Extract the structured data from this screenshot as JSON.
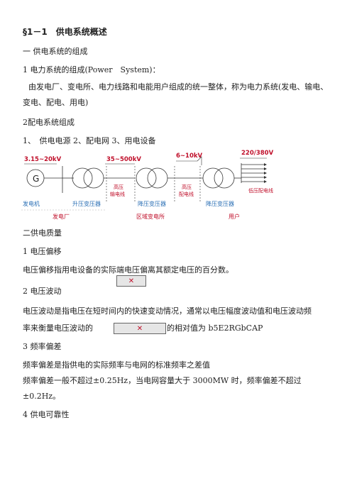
{
  "heading": "§1－1　供电系统概述",
  "section1": "一 供电系统的组成",
  "item1": "1 电力系统的组成(Power　System)：",
  "para1": "由发电厂、变电所、电力线路和电能用户组成的统一整体，称为电力系统(发电、输电、变电、配电、用电)",
  "item2": "2配电系统组成",
  "item2_list": "1、　供电电源 2、配电网 3、用电设备",
  "diagram": {
    "v_gen": "3.15~20kV",
    "v_trans": "35~500kV",
    "v_dist": "6~10kV",
    "v_user": "220/380V",
    "generator_symbol": "G",
    "lbl_generator": "发电机",
    "lbl_step_up": "升压变压器",
    "lbl_hv_line_1": "高压",
    "lbl_hv_line_2": "输电线",
    "lbl_step_down_1": "降压变压器",
    "lbl_hv_dist_1": "高压",
    "lbl_hv_dist_2": "配电线",
    "lbl_step_down_2": "降压变压器",
    "lbl_lv_line": "低压配电线",
    "zone_plant": "发电厂",
    "zone_substation": "区域变电所",
    "zone_user": "用户",
    "colors": {
      "voltage": "#c0102b",
      "device": "#2a6fb5",
      "zone": "#c0102b"
    }
  },
  "section2": "二供电质量",
  "q1_title": "1 电压偏移",
  "q1_text": "电压偏移指用电设备的实际端电压偏离其额定电压的百分数。",
  "q2_title": "2 电压波动",
  "q2_text_a": "电压波动是指电压在短时间内的快速变动情况，通常以电压幅度波动值和电压波动频",
  "q2_text_b_left": "率来衡量电压波动的",
  "q2_text_b_right": "的相对值为 b5E2RGbCAP",
  "q3_title": "3 频率偏差",
  "q3_text": "频率偏差是指供电的实际频率与电网的标准频率之差值",
  "q3_text2": "频率偏差一般不超过±0.25Hz，当电网容量大于 3000MW 时，频率偏差不超过±0.2Hz。",
  "q4_title": "4 供电可靠性",
  "icons": {
    "broken_image": "broken-image-icon"
  }
}
